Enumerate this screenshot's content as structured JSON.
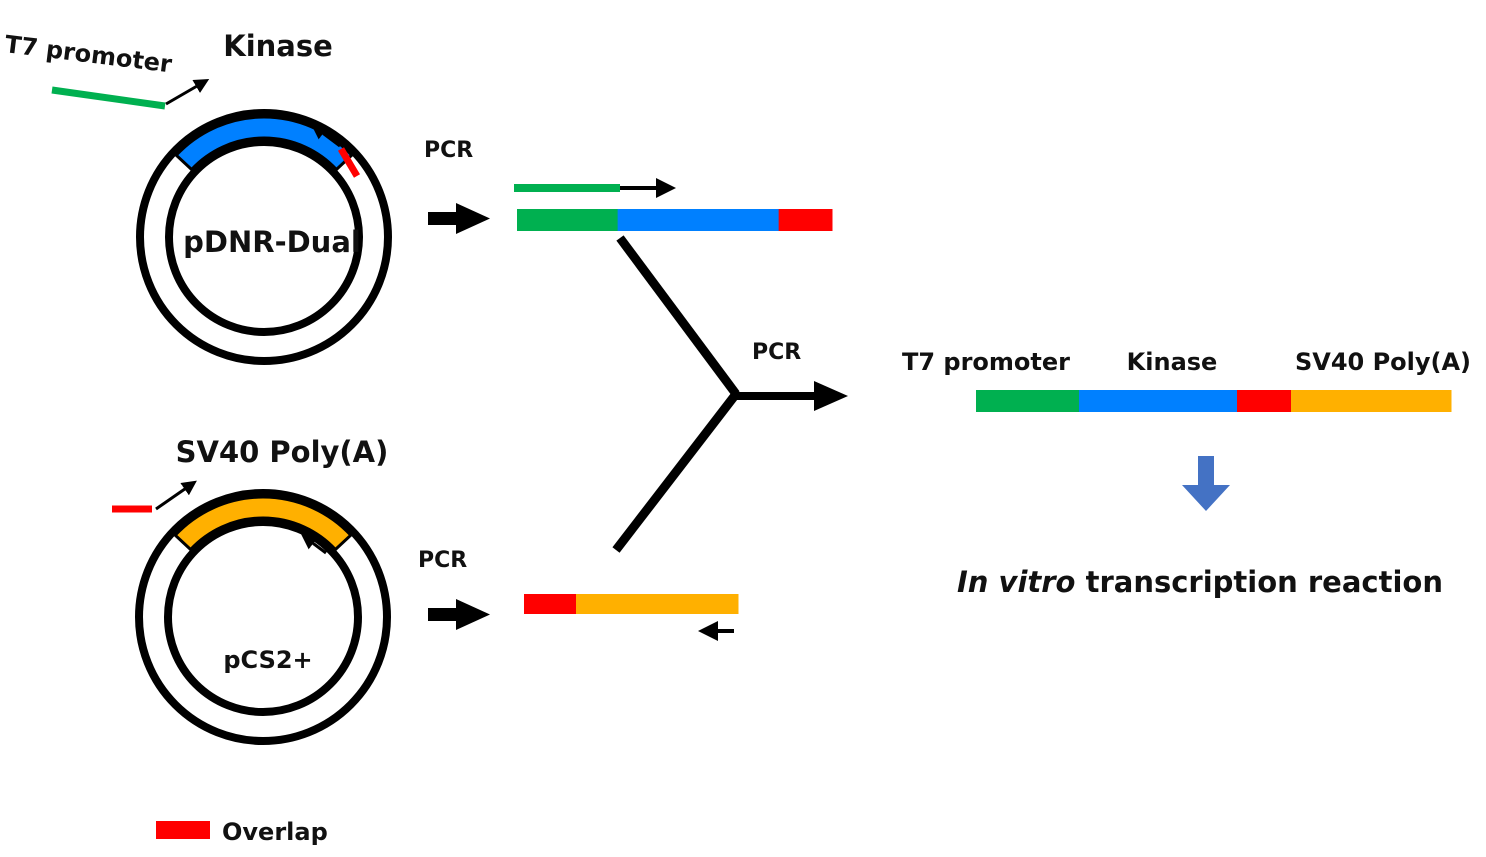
{
  "colors": {
    "t7_promoter": "#00b050",
    "kinase": "#0080ff",
    "overlap": "#ff0000",
    "sv40_polya": "#ffb000",
    "outline": "#000000",
    "down_arrow": "#4472c4"
  },
  "plasmids": [
    {
      "id": "pdnr-dual",
      "name": "pDNR-Dual",
      "insert_label": "Kinase",
      "insert_color_key": "kinase",
      "forward_primer_label": "T7 promoter",
      "forward_primer_tail_color_key": "t7_promoter",
      "reverse_primer_tail_color_key": "overlap",
      "step_label": "PCR"
    },
    {
      "id": "pcs2plus",
      "name": "pCS2+",
      "insert_label": "SV40 Poly(A)",
      "insert_color_key": "sv40_polya",
      "forward_primer_tail_color_key": "overlap",
      "step_label": "PCR"
    }
  ],
  "pcr_products": [
    {
      "id": "product-1",
      "segments": [
        {
          "name": "T7 promoter",
          "color_key": "t7_promoter",
          "length": 100
        },
        {
          "name": "Kinase",
          "color_key": "kinase",
          "length": 160
        },
        {
          "name": "Overlap",
          "color_key": "overlap",
          "length": 53
        }
      ],
      "primer": {
        "direction": "forward",
        "tail_color_key": "t7_promoter"
      }
    },
    {
      "id": "product-2",
      "segments": [
        {
          "name": "Overlap",
          "color_key": "overlap",
          "length": 52
        },
        {
          "name": "SV40 Poly(A)",
          "color_key": "sv40_polya",
          "length": 162
        }
      ],
      "primer": {
        "direction": "reverse"
      }
    }
  ],
  "merge_step": {
    "label": "PCR"
  },
  "final_construct": {
    "labels": [
      "T7 promoter",
      "Kinase",
      "SV40 Poly(A)"
    ],
    "segments": [
      {
        "name": "T7 promoter",
        "color_key": "t7_promoter",
        "length": 103
      },
      {
        "name": "Kinase",
        "color_key": "kinase",
        "length": 158
      },
      {
        "name": "Overlap",
        "color_key": "overlap",
        "length": 54
      },
      {
        "name": "SV40 Poly(A)",
        "color_key": "sv40_polya",
        "length": 160
      }
    ]
  },
  "next_step": {
    "italic_part": "In vitro",
    "rest": " transcription reaction"
  },
  "legend": {
    "label": "Overlap",
    "color_key": "overlap"
  }
}
